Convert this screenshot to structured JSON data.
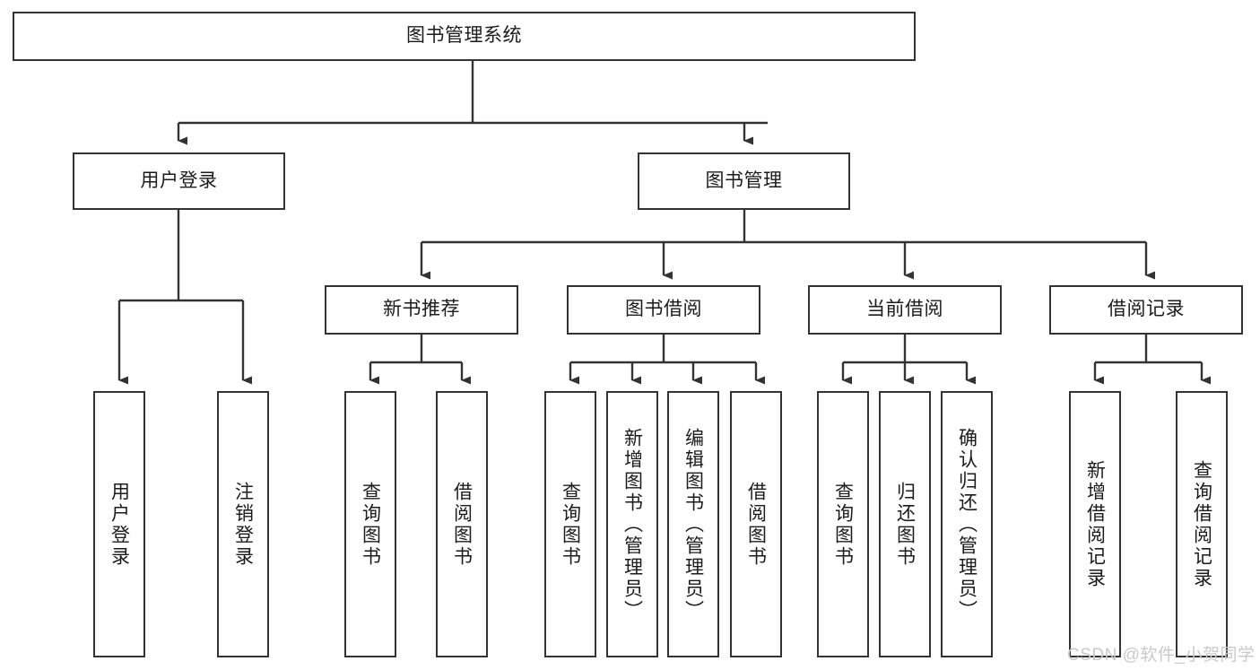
{
  "diagram": {
    "type": "tree-hierarchy",
    "title": "图书管理系统",
    "watermark": "CSDN @软件_小贺同学",
    "colors": {
      "box_border": "#333333",
      "box_fill": "#ffffff",
      "connector": "#333333",
      "text": "#1b1b1b",
      "watermark": "#c9c9c9",
      "background": "#ffffff"
    },
    "root": {
      "label": "图书管理系统"
    },
    "level1": [
      {
        "label": "用户登录"
      },
      {
        "label": "图书管理"
      }
    ],
    "level2": [
      {
        "label": "新书推荐"
      },
      {
        "label": "图书借阅"
      },
      {
        "label": "当前借阅"
      },
      {
        "label": "借阅记录"
      }
    ],
    "leaves": {
      "user_login": [
        {
          "label": "用户登录"
        },
        {
          "label": "注销登录"
        }
      ],
      "new_book_rec": [
        {
          "label": "查询图书"
        },
        {
          "label": "借阅图书"
        }
      ],
      "book_borrow": [
        {
          "label": "查询图书"
        },
        {
          "label": "新增图书（管理员）"
        },
        {
          "label": "编辑图书（管理员）"
        },
        {
          "label": "借阅图书"
        }
      ],
      "current_borrow": [
        {
          "label": "查询图书"
        },
        {
          "label": "归还图书"
        },
        {
          "label": "确认归还（管理员）"
        }
      ],
      "borrow_record": [
        {
          "label": "新增借阅记录"
        },
        {
          "label": "查询借阅记录"
        }
      ]
    }
  }
}
